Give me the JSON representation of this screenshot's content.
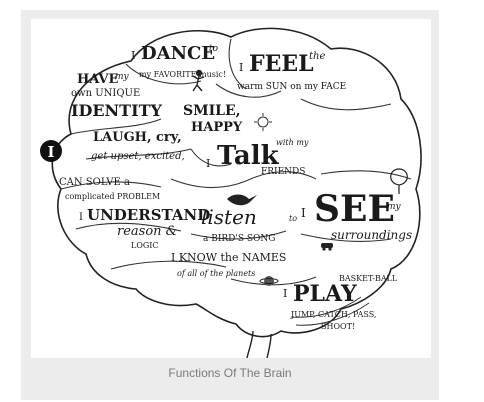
{
  "caption": "Functions Of The Brain",
  "illustration": {
    "have": "HAVE",
    "my": "my",
    "own_unique": "own UNIQUE",
    "identity": "IDENTITY",
    "i_small_1": "I",
    "dance": "DANCE",
    "to": "to",
    "my_favorite_music": "my FAVORITE music!",
    "i_small_2": "I",
    "feel": "FEEL",
    "the": "the",
    "warm_sun": "warm SUN on my FACE",
    "big_i": "I",
    "laugh_cry": "LAUGH, cry,",
    "smile": "SMILE,",
    "get_upset": "get upset, excited,",
    "happy": "HAPPY",
    "i_small_3": "I",
    "talk": "Talk",
    "with_my": "with my",
    "friends": "FRIENDS",
    "can_solve_a": "CAN SOLVE a",
    "complicated_problem": "complicated PROBLEM",
    "i_small_4": "I",
    "understand": "UNDERSTAND",
    "reason": "reason &",
    "logic": "LOGIC",
    "listen": "listen",
    "to_2": "to",
    "a_birds_song": "a BIRD'S SONG",
    "i_small_5": "I",
    "see": "SEE",
    "my_2": "my",
    "surroundings": "surroundings",
    "i_know_the_names": "I KNOW the NAMES",
    "of_all_the_planets": "of all of the planets",
    "i_small_6": "I",
    "play": "PLAY",
    "basketball": "BASKET-BALL",
    "jump_catch_pass": "JUMP, CATCH, PASS,",
    "shoot": "SHOOT!"
  }
}
